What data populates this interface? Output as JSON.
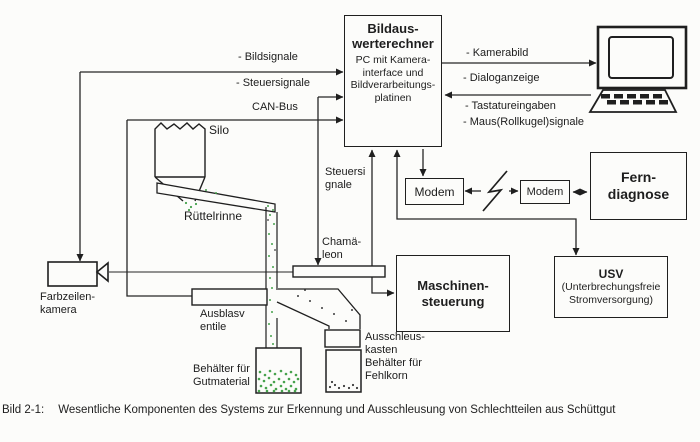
{
  "diagram": {
    "caption": {
      "label": "Bild 2-1:",
      "text": "Wesentliche Komponenten des Systems zur Erkennung und Ausschleusung von Schlechtteilen aus Schüttgut"
    },
    "pc_box": {
      "title": [
        "Bildaus-",
        "werterechner"
      ],
      "body": [
        "PC mit Kamera-",
        "interface und",
        "Bildverarbeitungs-",
        "platinen"
      ]
    },
    "signals_left": {
      "bildsignale": "- Bildsignale",
      "steuersignale": "- Steuersignale",
      "can_bus": "CAN-Bus"
    },
    "signals_right": {
      "kamerabild": "- Kamerabild",
      "dialoganzeige": "- Dialoganzeige",
      "tastatureingaben": "- Tastatureingaben",
      "maus": "- Maus(Rollkugel)signale"
    },
    "steuersignale_mid": [
      "Steuersi",
      "gnale"
    ],
    "labels": {
      "silo": "Silo",
      "ruettelrinne": "Rüttelrinne",
      "chamaeleon": [
        "Chamä-",
        "leon"
      ],
      "farbzeilenkamera": [
        "Farbzeilen-",
        "kamera"
      ],
      "ausblasventile": [
        "Ausblasv",
        "entile"
      ],
      "behaelter_gut": [
        "Behälter für",
        "Gutmaterial"
      ],
      "ausschleuskasten": [
        "Ausschleus-",
        "kasten"
      ],
      "behaelter_fehl": [
        "Behälter für",
        "Fehlkorn"
      ]
    },
    "modem1": "Modem",
    "modem2": "Modem",
    "ferndiagnose": [
      "Fern-",
      "diagnose"
    ],
    "usv": [
      "USV",
      "(Unterbrechungsfreie",
      "Stromversorgung)"
    ],
    "maschinensteuerung": [
      "Maschinen-",
      "steuerung"
    ],
    "icons": {
      "computer": "computer-icon",
      "camera": "camera-icon",
      "lightning": "lightning-icon"
    },
    "colors": {
      "ink": "#1f1f1f",
      "good_material": "#46a24c",
      "bad_material": "#3a3a3a",
      "background": "#fcfcfa"
    }
  }
}
